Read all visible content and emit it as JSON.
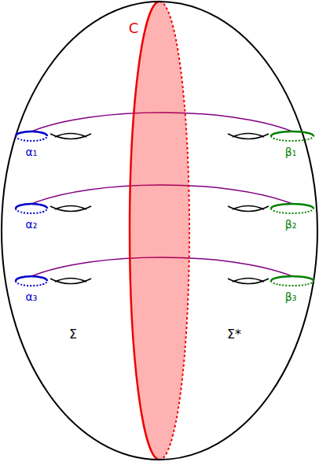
{
  "diagram": {
    "labels": [
      "C",
      "α₁",
      "α₂",
      "α₃",
      "Σ",
      "β₁",
      "β₂",
      "β₃",
      "Σ*"
    ]
  }
}
